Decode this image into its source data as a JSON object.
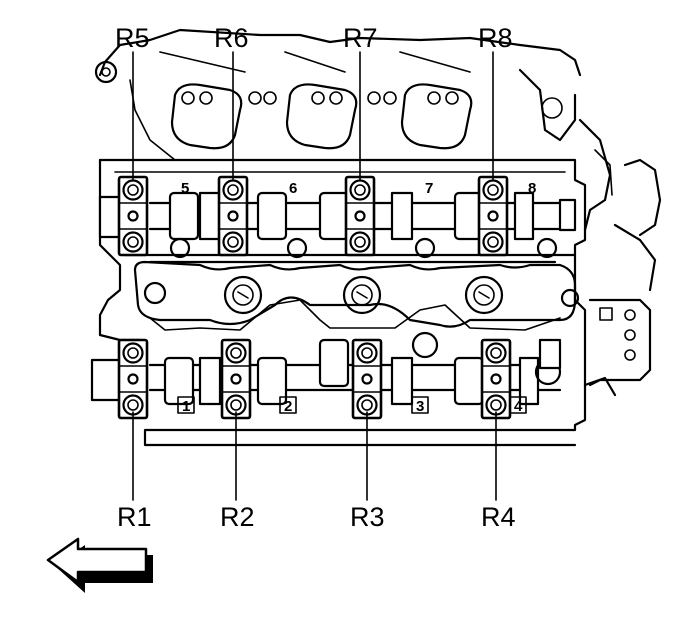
{
  "callouts": {
    "top": [
      "R5",
      "R6",
      "R7",
      "R8"
    ],
    "bottom": [
      "R1",
      "R2",
      "R3",
      "R4"
    ]
  },
  "journals": {
    "top": [
      "5",
      "6",
      "7",
      "8"
    ],
    "bottom": [
      "1",
      "2",
      "3",
      "4"
    ]
  },
  "direction_arrow": {
    "icon": "left-arrow-icon",
    "meaning": "front of engine"
  }
}
